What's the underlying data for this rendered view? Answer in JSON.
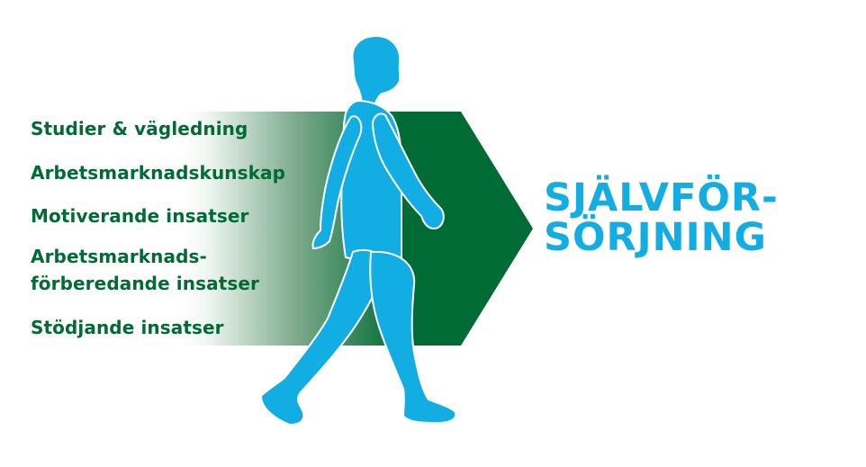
{
  "colors": {
    "green": "#006b35",
    "cyan": "#12ade2",
    "white": "#ffffff"
  },
  "items": [
    "Studier & vägledning",
    "Arbetsmarknadskunskap",
    "Motiverande insatser",
    "Arbetsmarknads-",
    "förberedande insatser",
    "Stödjande insatser"
  ],
  "goal": {
    "line1": "SJÄLVFÖR-",
    "line2": "SÖRJNING"
  },
  "icons": {
    "figure": "walking-person-icon",
    "arrow": "arrow-right-icon"
  }
}
